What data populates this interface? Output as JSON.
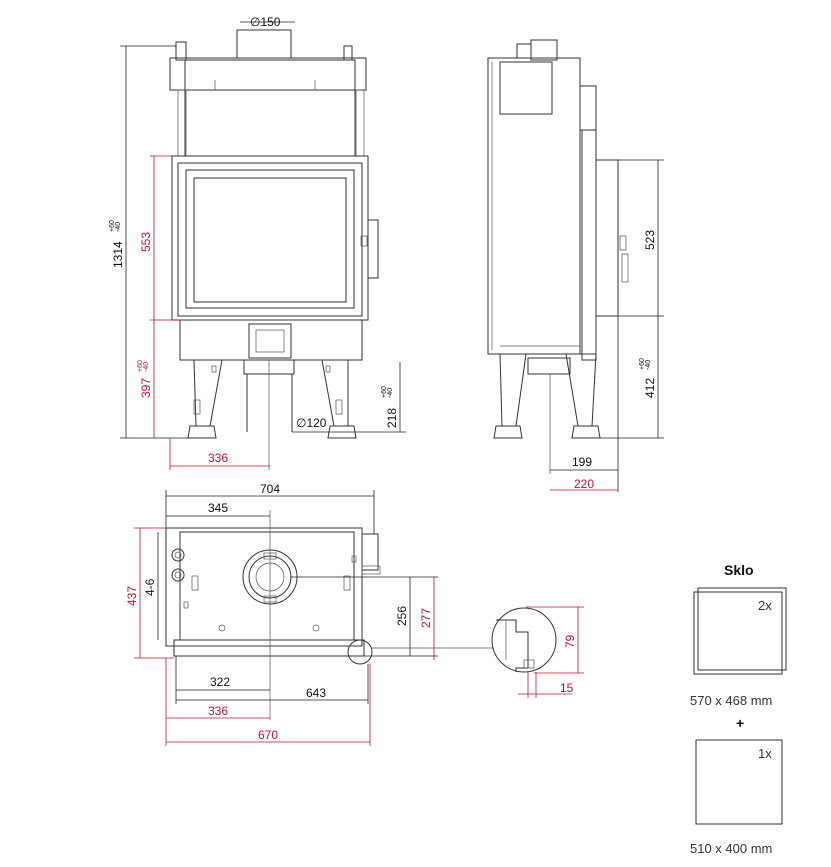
{
  "front_view": {
    "flue_top": "∅150",
    "flue_bottom": "∅120",
    "height_total": "1314",
    "height_total_tol_plus": "+60",
    "height_total_tol_minus": "-40",
    "door_height": "553",
    "bottom_height": "397",
    "bottom_tol_plus": "+60",
    "bottom_tol_minus": "-40",
    "flue_bottom_height": "218",
    "flue_bottom_tol_plus": "+60",
    "flue_bottom_tol_minus": "-40",
    "half_width": "336"
  },
  "side_view": {
    "glass_height": "523",
    "bottom_height": "412",
    "bottom_tol_plus": "+60",
    "bottom_tol_minus": "-40",
    "depth_a": "199",
    "depth_b": "220"
  },
  "top_view": {
    "width_total": "704",
    "width_half": "345",
    "depth_a": "437",
    "depth_b": "4-6",
    "depth_c": "256",
    "depth_d": "277",
    "bottom_a": "322",
    "bottom_b": "643",
    "bottom_c": "336",
    "bottom_d": "670"
  },
  "detail": {
    "height": "79",
    "width": "15"
  },
  "glass": {
    "title": "Sklo",
    "panel1_count": "2x",
    "panel1_size": "570 x 468 mm",
    "plus": "+",
    "panel2_count": "1x",
    "panel2_size": "510 x 400 mm"
  }
}
